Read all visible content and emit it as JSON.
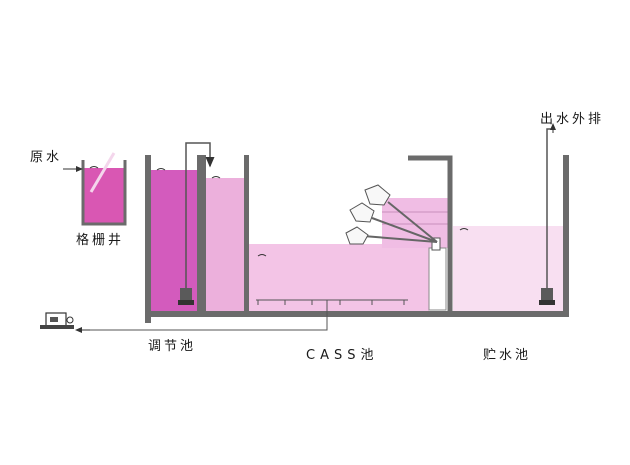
{
  "labels": {
    "raw_water": "原水",
    "grille_well": "格栅井",
    "regulating_tank": "调节池",
    "cass_tank": "CASS池",
    "storage_tank": "贮水池",
    "discharge": "出水外排"
  },
  "colors": {
    "wall": "#6b6b6b",
    "grille_water": "#d957b3",
    "regulating_water": "#d35bbd",
    "mid_chamber_water": "#ecb0dc",
    "cass_water": "#f3c4e6",
    "decanter_water": "#f0bde4",
    "storage_water": "#f8dff1",
    "pipe": "#555555"
  },
  "icons": [
    "pump-icon",
    "blower-icon",
    "decanter-icon",
    "diffuser-icon",
    "grille-screen-icon"
  ]
}
